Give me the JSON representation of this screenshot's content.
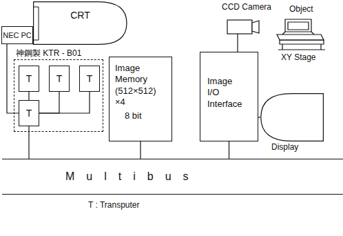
{
  "diagram": {
    "nodes": [
      {
        "text": [
          "NEC PC"
        ]
      },
      {
        "text": [
          "CRT"
        ]
      },
      {
        "text": [
          "神鋼製 KTR - B01"
        ]
      },
      {
        "text": [
          "T"
        ],
        "in": 2
      },
      {
        "text": [
          "T"
        ],
        "in": 2
      },
      {
        "text": [
          "T"
        ],
        "in": 2
      },
      {
        "text": [
          "T"
        ],
        "in": 2
      },
      {
        "text": [
          "Image Memory (512×512) ×4",
          "8 bit"
        ]
      },
      {
        "text": [
          "CCD Camera"
        ]
      },
      {
        "text": [
          "Image I/O Interface"
        ]
      },
      {
        "text": [
          "Display"
        ]
      },
      {
        "text": [
          "Multibus"
        ]
      }
    ],
    "edges": [
      {
        "from": 0,
        "to": 1,
        "arrow": "none"
      },
      {
        "from": 0,
        "to": 6,
        "arrow": "none"
      },
      {
        "from": 3,
        "to": 6,
        "arrow": "none"
      },
      {
        "from": 4,
        "to": 6,
        "arrow": "none"
      },
      {
        "from": 5,
        "to": 6,
        "arrow": "none"
      },
      {
        "from": 6,
        "to": 11,
        "arrow": "none"
      },
      {
        "from": 7,
        "to": 11,
        "arrow": "none"
      },
      {
        "from": 8,
        "to": 9,
        "arrow": "none"
      },
      {
        "from": 9,
        "to": 11,
        "arrow": "none"
      },
      {
        "from": 9,
        "to": 10,
        "arrow": "none"
      }
    ],
    "labels": [
      "Object",
      "XY Stage",
      "T : Transputer"
    ]
  }
}
